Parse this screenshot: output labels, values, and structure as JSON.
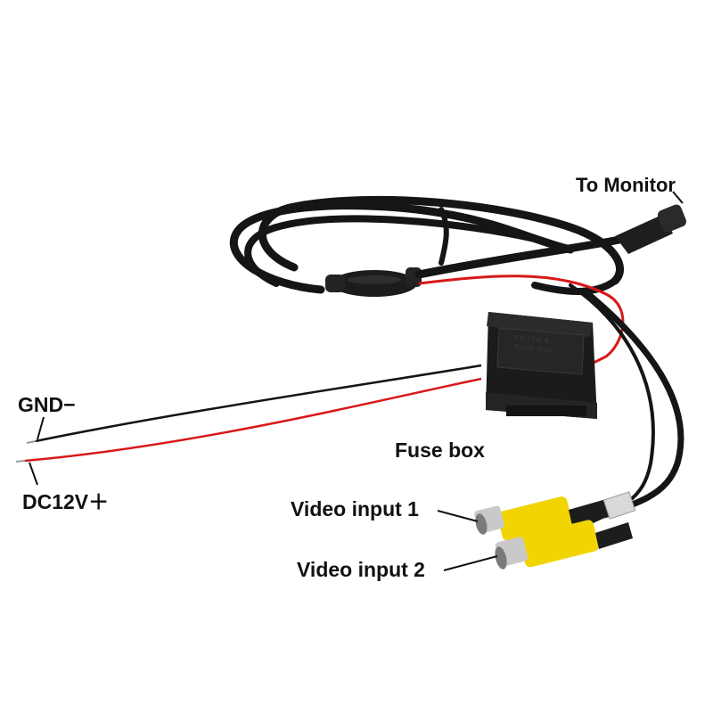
{
  "labels": {
    "to_monitor": "To Monitor",
    "gnd": "GND−",
    "dc12v": "DC12V＋",
    "fuse_box": "Fuse box",
    "video_input_1": "Video input 1",
    "video_input_2": "Video input 2"
  },
  "fuse_box_print": {
    "line1": "FILTER &",
    "line2": "FUSE BOX"
  },
  "colors": {
    "background": "#ffffff",
    "cable_black": "#151515",
    "wire_red": "#d81818",
    "rca_yellow": "#f2d400",
    "metal": "#c9c9c9",
    "label_text": "#111111"
  }
}
